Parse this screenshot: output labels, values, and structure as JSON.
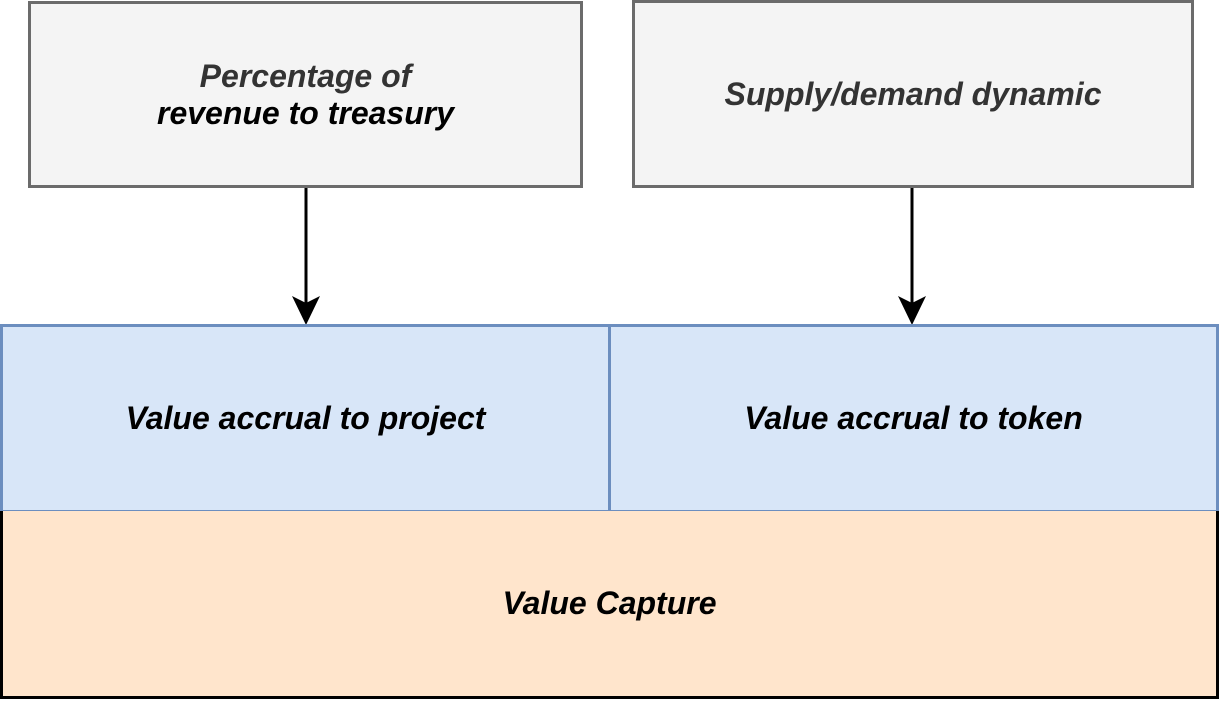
{
  "diagram": {
    "inputs": [
      {
        "id": "revenue",
        "lines": [
          "Percentage of",
          "revenue to treasury"
        ]
      },
      {
        "id": "supply",
        "lines": [
          "Supply/demand dynamic"
        ]
      }
    ],
    "accrual": [
      {
        "id": "project",
        "label": "Value accrual to project"
      },
      {
        "id": "token",
        "label": "Value accrual to token"
      }
    ],
    "base": {
      "label": "Value Capture"
    },
    "edges": [
      {
        "from": "revenue",
        "to": "project"
      },
      {
        "from": "supply",
        "to": "token"
      }
    ],
    "colors": {
      "input_fill": "#f4f4f4",
      "input_stroke": "#6b6b6b",
      "accrual_fill": "#d8e6f8",
      "accrual_stroke": "#6c8ebf",
      "base_fill": "#ffe5cc",
      "base_stroke": "#000000"
    }
  }
}
